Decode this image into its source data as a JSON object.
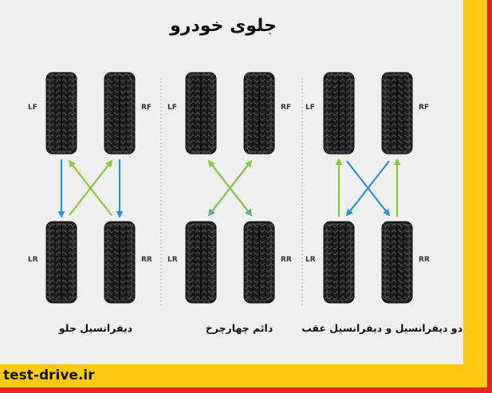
{
  "title": "جلوی خودرو",
  "brand": "test-drive.ir",
  "colors": {
    "frame_red": "#e52421",
    "frame_yellow": "#ffc915",
    "panel_bg": "#efefef",
    "arrow_blue": "#2a93d5",
    "arrow_green": "#8cc63f",
    "tire_dark": "#1c1c1c"
  },
  "wheel_labels": {
    "lf": "LF",
    "rf": "RF",
    "lr": "LR",
    "rr": "RR"
  },
  "diagrams": [
    {
      "caption": "دیفرانسیل جلو",
      "arrows": [
        {
          "from": "lf",
          "to": "lr",
          "color": "blue"
        },
        {
          "from": "rf",
          "to": "rr",
          "color": "blue"
        },
        {
          "from": "lr",
          "to": "rf",
          "color": "green"
        },
        {
          "from": "rr",
          "to": "lf",
          "color": "green"
        }
      ]
    },
    {
      "caption": "دائم چهارچرخ",
      "arrows": [
        {
          "from": "lf",
          "to": "rr",
          "color": "blue"
        },
        {
          "from": "rf",
          "to": "lr",
          "color": "blue"
        },
        {
          "from": "lr",
          "to": "rf",
          "color": "green"
        },
        {
          "from": "rr",
          "to": "lf",
          "color": "green"
        }
      ]
    },
    {
      "caption": "دو دیفرانسیل و دیفرانسیل عقب",
      "arrows": [
        {
          "from": "lr",
          "to": "lf",
          "color": "green"
        },
        {
          "from": "rr",
          "to": "rf",
          "color": "green"
        },
        {
          "from": "lf",
          "to": "rr",
          "color": "blue"
        },
        {
          "from": "rf",
          "to": "lr",
          "color": "blue"
        }
      ]
    }
  ]
}
